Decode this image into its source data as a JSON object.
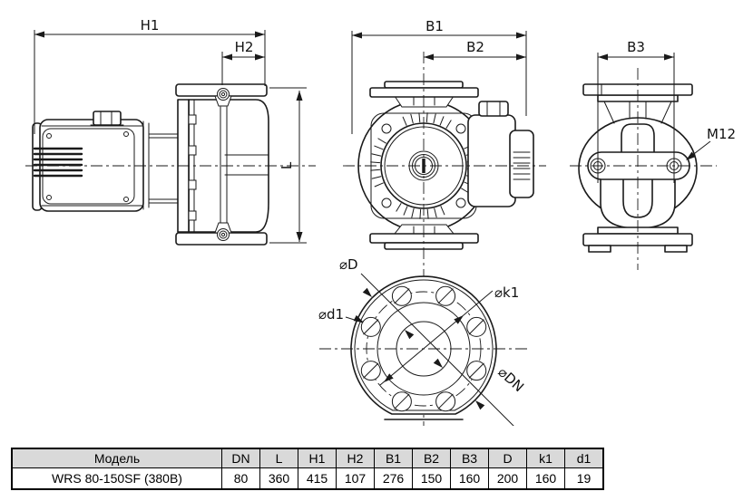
{
  "page": {
    "background": "#ffffff",
    "line_color": "#1a1a1a"
  },
  "drawing": {
    "labels": {
      "h1": "H1",
      "h2": "H2",
      "l": "L",
      "b1": "B1",
      "b2": "B2",
      "b3": "B3",
      "m12": "M12",
      "dia_d": "⌀D",
      "dia_k1": "⌀k1",
      "dia_d1": "⌀d1",
      "dia_dn": "⌀DN"
    }
  },
  "table": {
    "header_bg": "#d9d9d9",
    "headers": [
      "Модель",
      "DN",
      "L",
      "H1",
      "H2",
      "B1",
      "B2",
      "B3",
      "D",
      "k1",
      "d1"
    ],
    "row": [
      "WRS 80-150SF (380В)",
      "80",
      "360",
      "415",
      "107",
      "276",
      "150",
      "160",
      "200",
      "160",
      "19"
    ]
  }
}
